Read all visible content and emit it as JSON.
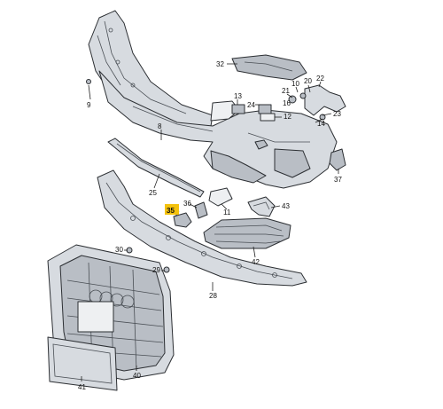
{
  "diagram": {
    "highlight_color": "#f4c20d",
    "callouts": [
      {
        "id": "c32",
        "label": "32"
      },
      {
        "id": "c9",
        "label": "9"
      },
      {
        "id": "c22",
        "label": "22"
      },
      {
        "id": "c10",
        "label": "10"
      },
      {
        "id": "c20",
        "label": "20"
      },
      {
        "id": "c13",
        "label": "13"
      },
      {
        "id": "c24",
        "label": "24"
      },
      {
        "id": "c21",
        "label": "21"
      },
      {
        "id": "c16",
        "label": "16"
      },
      {
        "id": "c12",
        "label": "12"
      },
      {
        "id": "c23",
        "label": "23"
      },
      {
        "id": "c14",
        "label": "14"
      },
      {
        "id": "c8",
        "label": "8"
      },
      {
        "id": "c37",
        "label": "37"
      },
      {
        "id": "c25",
        "label": "25"
      },
      {
        "id": "c36",
        "label": "36"
      },
      {
        "id": "c35",
        "label": "35",
        "highlighted": true
      },
      {
        "id": "c11",
        "label": "11"
      },
      {
        "id": "c43",
        "label": "43"
      },
      {
        "id": "c30",
        "label": "30"
      },
      {
        "id": "c42",
        "label": "42"
      },
      {
        "id": "c29",
        "label": "29"
      },
      {
        "id": "c28",
        "label": "28"
      },
      {
        "id": "c41",
        "label": "41"
      },
      {
        "id": "c40",
        "label": "40"
      }
    ]
  }
}
